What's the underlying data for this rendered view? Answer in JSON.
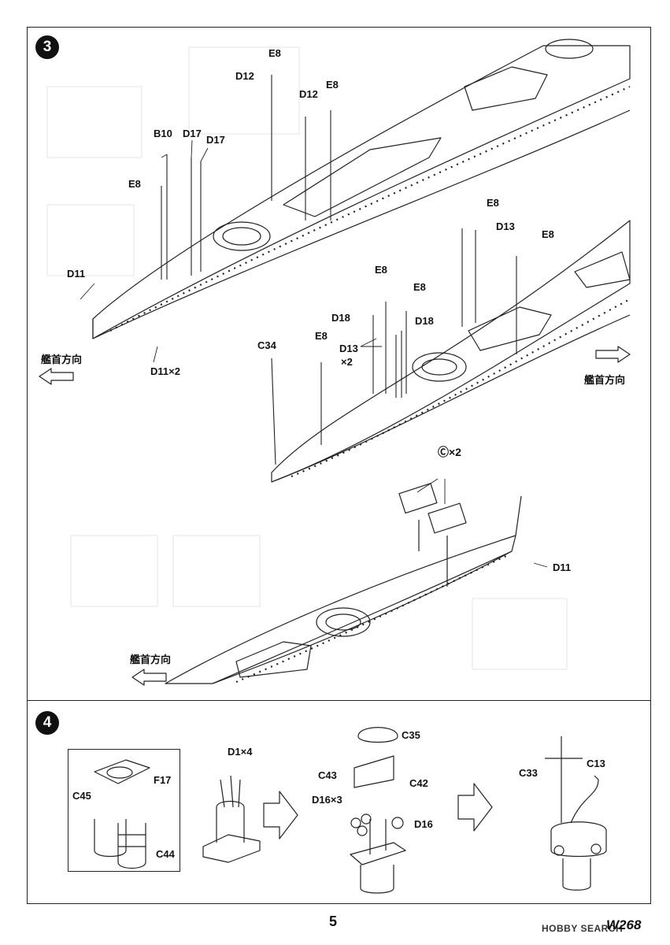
{
  "page": {
    "number": "5",
    "model_code": "W268",
    "watermark": "HOBBY SEARCH"
  },
  "step3": {
    "number": "3",
    "bow_direction": "艦首方向",
    "labels": {
      "e8": "E8",
      "d12": "D12",
      "b10": "B10",
      "d17": "D17",
      "d11": "D11",
      "d11x2": "D11×2",
      "d13": "D13",
      "d18": "D18",
      "c34": "C34",
      "d13x2_top": "D13",
      "d13x2_bottom": "×2",
      "cx2": "Ⓒ×2"
    }
  },
  "step4": {
    "number": "4",
    "labels": {
      "f17": "F17",
      "c45": "C45",
      "c44": "C44",
      "d1x4": "D1×4",
      "c35": "C35",
      "c43": "C43",
      "c42": "C42",
      "d16x3": "D16×3",
      "d16": "D16",
      "c33": "C33",
      "c13": "C13"
    }
  }
}
